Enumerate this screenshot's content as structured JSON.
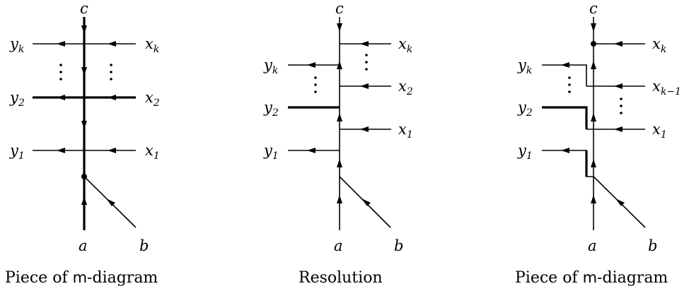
{
  "panels": [
    {
      "caption_pre": "Piece of ",
      "caption_sans": "m",
      "caption_post": "-diagram",
      "labels": {
        "top": "c",
        "bottom_left": "a",
        "bottom_right": "b",
        "left": [
          {
            "base": "y",
            "sub": "k"
          },
          {
            "base": "y",
            "sub": "2"
          },
          {
            "base": "y",
            "sub": "1"
          }
        ],
        "right": [
          {
            "base": "x",
            "sub": "k"
          },
          {
            "base": "x",
            "sub": "2"
          },
          {
            "base": "x",
            "sub": "1"
          }
        ]
      }
    },
    {
      "caption": "Resolution",
      "labels": {
        "top": "c",
        "bottom_left": "a",
        "bottom_right": "b",
        "left": [
          {
            "base": "y",
            "sub": "k"
          },
          {
            "base": "y",
            "sub": "2"
          },
          {
            "base": "y",
            "sub": "1"
          }
        ],
        "right": [
          {
            "base": "x",
            "sub": "k"
          },
          {
            "base": "x",
            "sub": "2"
          },
          {
            "base": "x",
            "sub": "1"
          }
        ]
      }
    },
    {
      "caption_pre": "Piece of ",
      "caption_sans": "m",
      "caption_post": "-diagram",
      "labels": {
        "top": "c",
        "bottom_left": "a",
        "bottom_right": "b",
        "left": [
          {
            "base": "y",
            "sub": "k"
          },
          {
            "base": "y",
            "sub": "2"
          },
          {
            "base": "y",
            "sub": "1"
          }
        ],
        "right": [
          {
            "base": "x",
            "sub": "k"
          },
          {
            "base": "x",
            "sub": "k−1"
          },
          {
            "base": "x",
            "sub": "1"
          }
        ]
      }
    }
  ]
}
